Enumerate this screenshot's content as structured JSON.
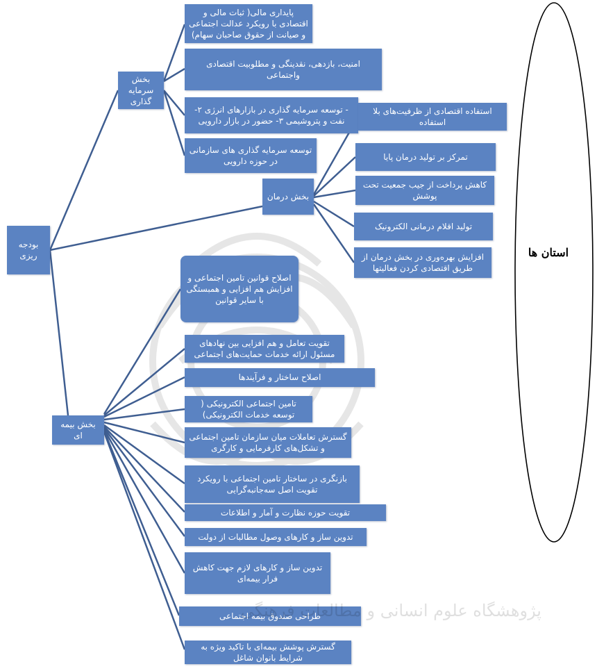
{
  "colors": {
    "box_fill": "#5b83c2",
    "connector": "#3f5e91",
    "text": "#ffffff",
    "ellipse_stroke": "#000000"
  },
  "root": "بودجه ریزی",
  "provinces": "استان ها",
  "investment": {
    "label": "بخش سرمایه گذاری",
    "children": [
      "پایداری مالی( ثبات مالی و اقتصادی با رویکرد عدالت اجتماعی و صیانت از حقوق صاحبان سهام)",
      "امنیت، بازدهی، نقدینگی و مطلوبیت اقتصادی واجتماعی",
      "- توسعه سرمایه گذاری در بازارهای انرژی ۲-نفت و پتروشیمی ۳- حضور در بازار دارویی",
      "توسعه سرمایه گذاری های سازمانی در حوزه دارویی"
    ]
  },
  "treatment": {
    "label": "بخش درمان",
    "children": [
      "استفاده اقتصادی از ظرفیت‌های بلا استفاده",
      "تمرکز بر تولید درمان پایا",
      "کاهش پرداخت از جیب جمعیت تحت پوشش",
      "تولید اقلام درمانی الکترونیک",
      "افزایش بهره‌وری در بخش درمان از طریق اقتصادی کردن فعالیتها"
    ]
  },
  "insurance": {
    "label": "بخش بیمه ای",
    "children": [
      "اصلاح قوانین تامین اجتماعی و افزایش هم افزایی و همبستگی با سایر قوانین",
      "تقویت تعامل و هم افزایی بین نهادهای مسئول ارائه خدمات حمایت‌های اجتماعی",
      "اصلاح ساختار و فرآیندها",
      "تامین اجتماعی الکترونیکی ( توسعه خدمات الکترونیکی)",
      "گسترش تعاملات میان سازمان تامین اجتماعی و تشکل‌های کارفرمایی و کارگری",
      "بازنگری در ساختار تامین اجتماعی با رویکرد تقویت اصل سه‌جانبه‌گرایی",
      "تقویت حوزه نظارت و آمار و اطلاعات",
      "تدوین ساز و کارهای وصول مطالبات از دولت",
      "تدوین ساز و کارهای لازم جهت کاهش فرار بیمه‌ای",
      "طراحی صندوق بیمه اجتماعی",
      "گسترش پوشش بیمه‌ای با تاکید ویژه به شرایط بانوان شاغل"
    ]
  },
  "watermark": "پژوهشگاه علوم انسانی و مطالعات فرهنگی"
}
